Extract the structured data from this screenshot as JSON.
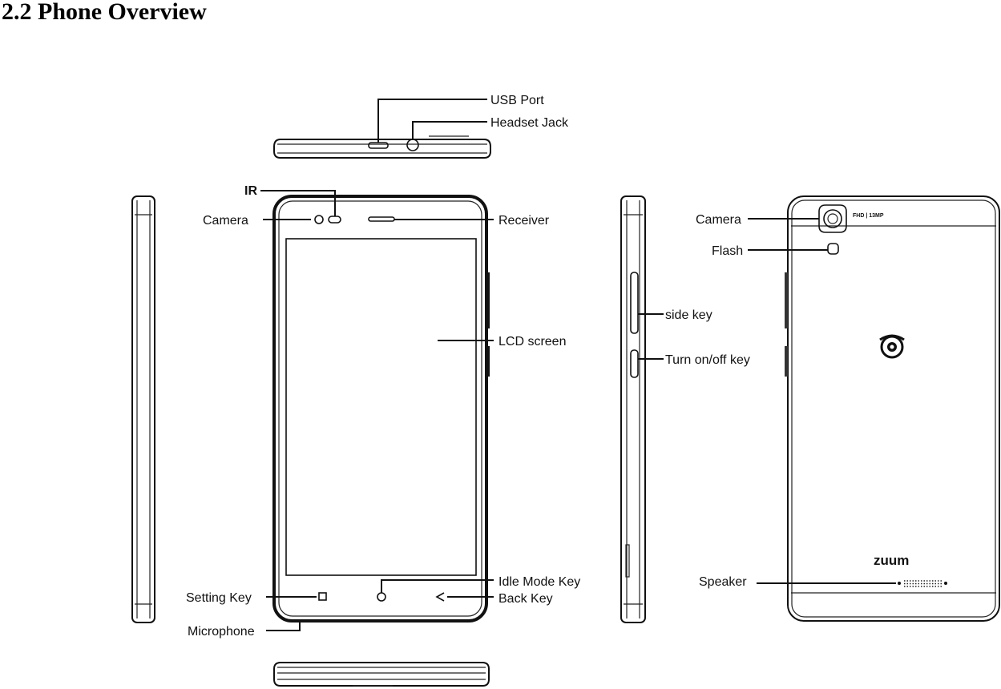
{
  "page": {
    "heading": "2.2 Phone Overview"
  },
  "labels": {
    "usb_port": "USB Port",
    "headset_jack": "Headset Jack",
    "ir": "IR",
    "front_camera": "Camera",
    "receiver": "Receiver",
    "lcd_screen": "LCD screen",
    "idle_mode_key": "Idle Mode Key",
    "back_key": "Back Key",
    "setting_key": "Setting Key",
    "microphone": "Microphone",
    "rear_camera": "Camera",
    "flash": "Flash",
    "side_key": "side key",
    "power_key": "Turn on/off key",
    "speaker": "Speaker"
  },
  "device_markings": {
    "camera_badge": "FHD | 13MP",
    "brand_logo": "zuum"
  },
  "icons": {
    "setting_key": "square-icon",
    "idle_key": "circle-icon",
    "back_key": "triangle-back-icon",
    "rear_logo": "eye-logo-icon"
  }
}
